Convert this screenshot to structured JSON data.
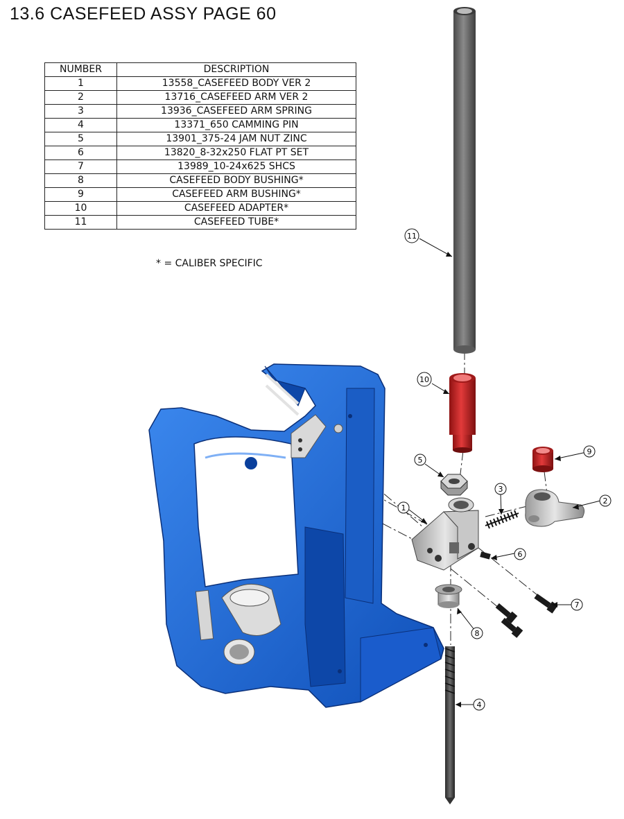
{
  "title": "13.6 CASEFEED ASSY  PAGE 60",
  "table": {
    "headers": [
      "NUMBER",
      "DESCRIPTION"
    ],
    "rows": [
      {
        "number": "1",
        "description": "13558_CASEFEED BODY VER 2"
      },
      {
        "number": "2",
        "description": "13716_CASEFEED ARM VER 2"
      },
      {
        "number": "3",
        "description": "13936_CASEFEED ARM SPRING"
      },
      {
        "number": "4",
        "description": "13371_650 CAMMING PIN"
      },
      {
        "number": "5",
        "description": "13901_375-24 JAM NUT ZINC"
      },
      {
        "number": "6",
        "description": "13820_8-32x250 FLAT PT SET"
      },
      {
        "number": "7",
        "description": "13989_10-24x625 SHCS"
      },
      {
        "number": "8",
        "description": "CASEFEED BODY BUSHING*"
      },
      {
        "number": "9",
        "description": "CASEFEED ARM BUSHING*"
      },
      {
        "number": "10",
        "description": "CASEFEED ADAPTER*"
      },
      {
        "number": "11",
        "description": "CASEFEED TUBE*"
      }
    ]
  },
  "footnote": "* = CALIBER SPECIFIC",
  "callouts": [
    "1",
    "2",
    "3",
    "4",
    "5",
    "6",
    "7",
    "8",
    "9",
    "10",
    "11"
  ],
  "colors": {
    "frame_blue": "#1f6fd8",
    "frame_dark": "#0b3f9a",
    "adapter_red": "#c92626",
    "tube_grey": "#6f6f6f",
    "hardware_grey": "#c9c9c9"
  }
}
